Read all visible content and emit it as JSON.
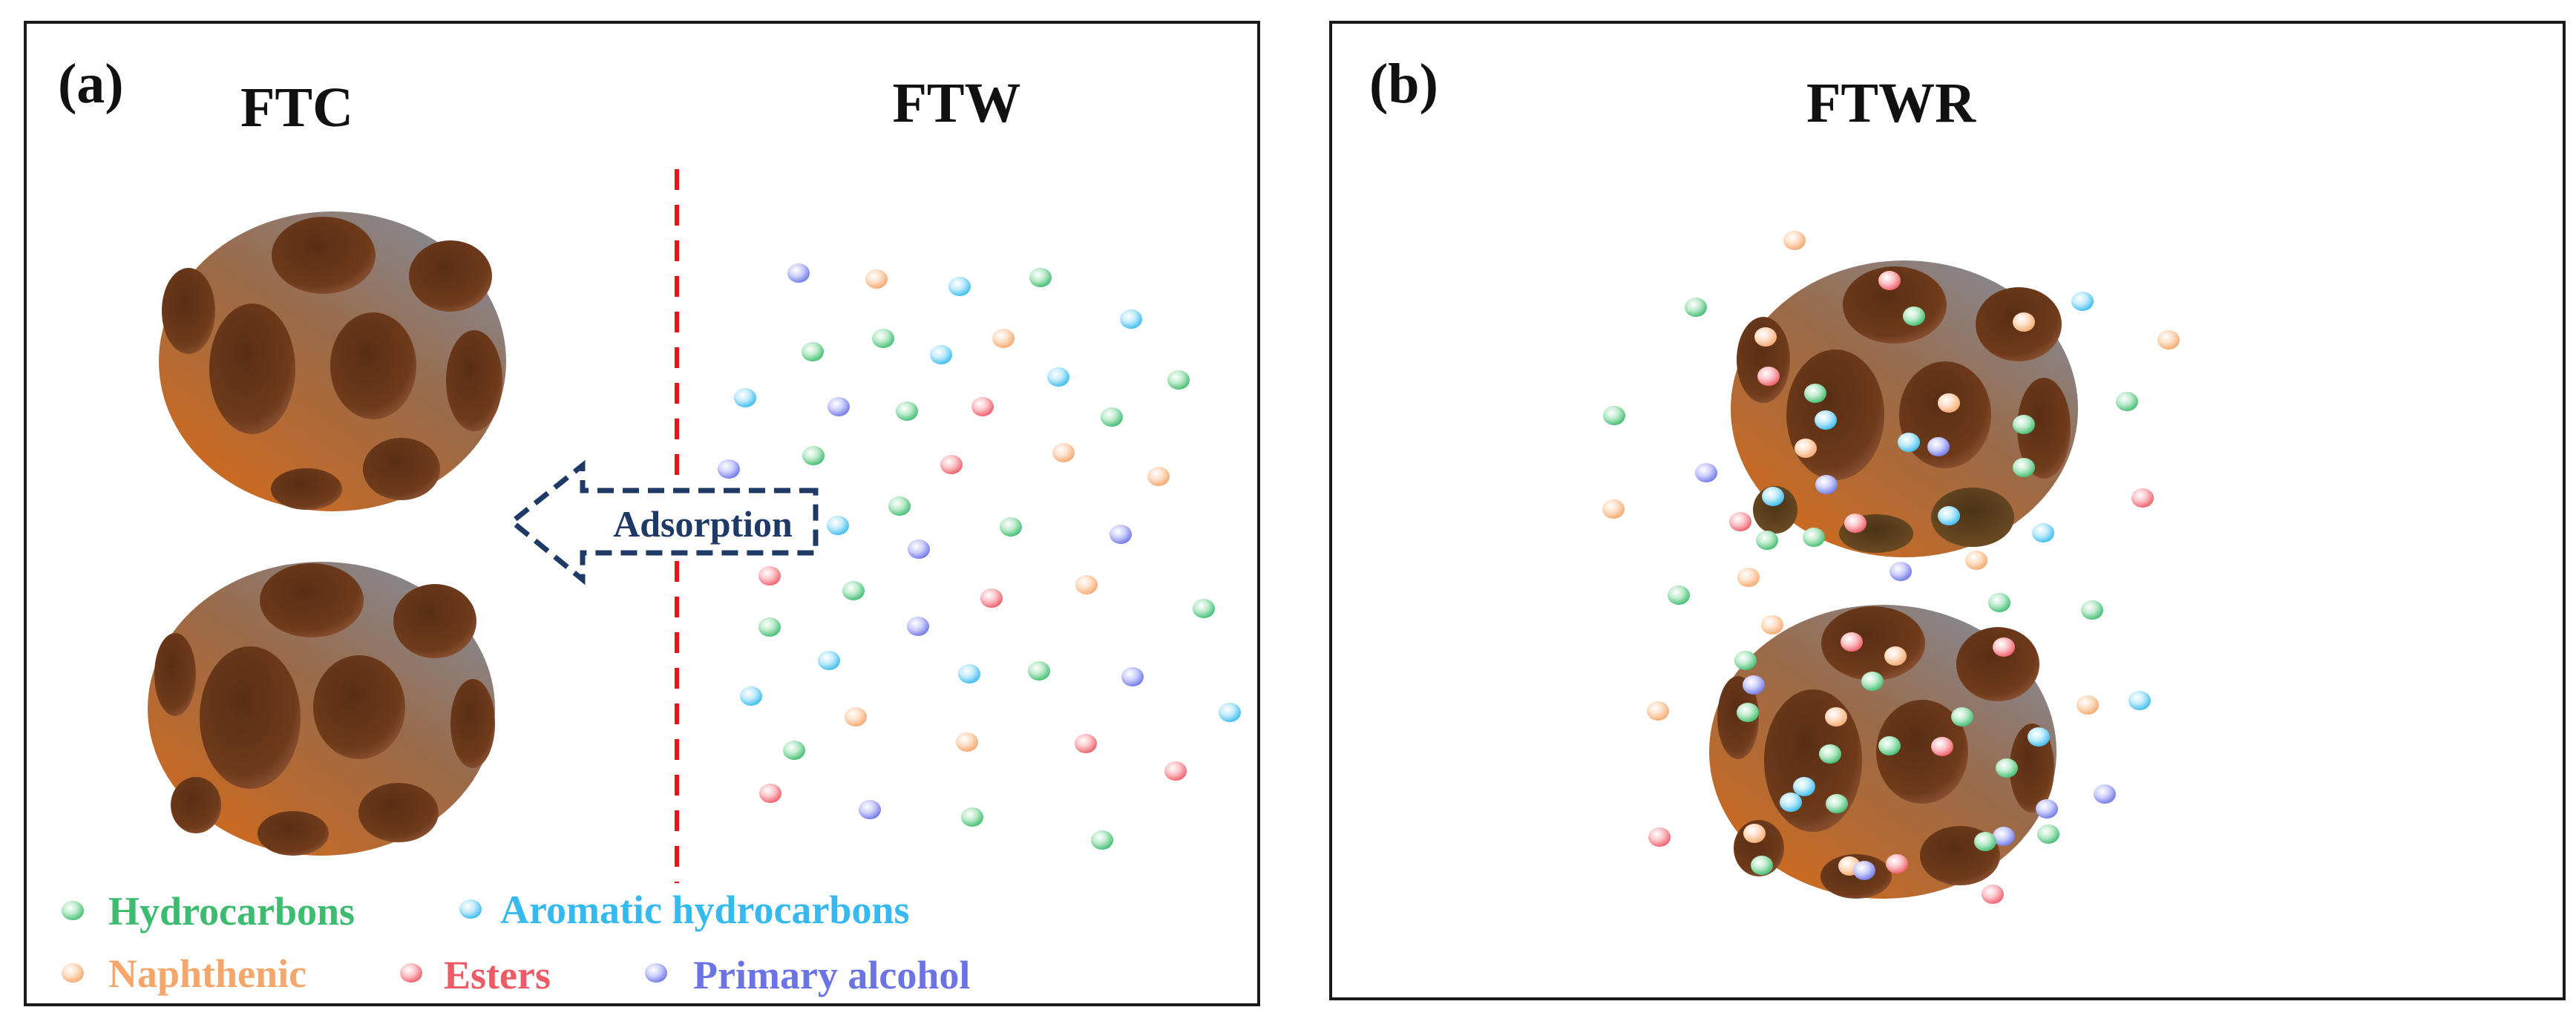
{
  "panel_a": {
    "label": "(a)",
    "title_left": "FTC",
    "title_right": "FTW",
    "arrow_label": "Adsorption"
  },
  "panel_b": {
    "label": "(b)",
    "title": "FTWR"
  },
  "legend": {
    "items": [
      {
        "key": "hydrocarbons",
        "label": "Hydrocarbons",
        "color": "#3dbb6e"
      },
      {
        "key": "aromatic",
        "label": "Aromatic hydrocarbons",
        "color": "#36b9ee"
      },
      {
        "key": "naphthenic",
        "label": "Naphthenic",
        "color": "#f4a66b"
      },
      {
        "key": "esters",
        "label": "Esters",
        "color": "#ee5a66"
      },
      {
        "key": "alcohol",
        "label": "Primary alcohol",
        "color": "#6b73e6"
      }
    ]
  },
  "colors": {
    "border": "#1a1a1a",
    "divider": "#e8161b",
    "arrow": "#1f3a66",
    "sphere_top": "#7a7f8a",
    "sphere_bottom": "#c8621c",
    "pore": "#6b3a1c"
  }
}
